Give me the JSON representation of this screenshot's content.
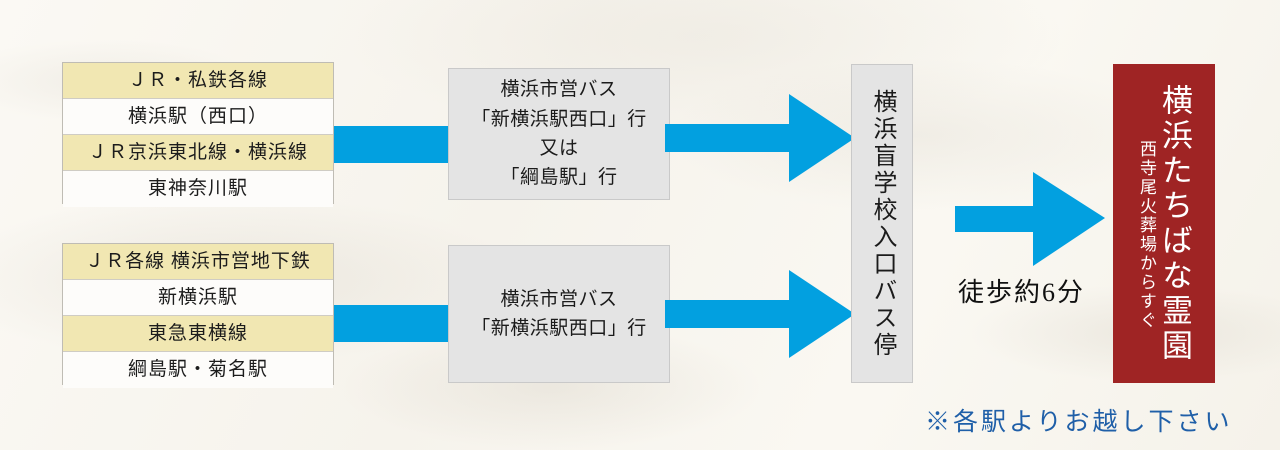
{
  "background": {
    "paper_color": "#faf8f3"
  },
  "colors": {
    "arrow_blue": "#02a0e0",
    "line_row_yellow": "#f1e7b2",
    "box_grey": "#e4e4e4",
    "destination_red": "#9f2424",
    "note_blue": "#1f5fa8"
  },
  "routes": [
    {
      "id": "route-upper",
      "station_table": {
        "rows": [
          {
            "type": "line",
            "label": "ＪＲ・私鉄各線"
          },
          {
            "type": "station",
            "label": "横浜駅（西口）"
          },
          {
            "type": "line",
            "label": "ＪＲ京浜東北線・横浜線"
          },
          {
            "type": "station",
            "label": "東神奈川駅"
          }
        ]
      },
      "bus_box": {
        "lines": [
          "横浜市営バス",
          "「新横浜駅西口」行",
          "又は",
          "「綱島駅」行"
        ]
      }
    },
    {
      "id": "route-lower",
      "station_table": {
        "rows": [
          {
            "type": "line",
            "label": "ＪＲ各線 横浜市営地下鉄"
          },
          {
            "type": "station",
            "label": "新横浜駅"
          },
          {
            "type": "line",
            "label": "東急東横線"
          },
          {
            "type": "station",
            "label": "綱島駅・菊名駅"
          }
        ]
      },
      "bus_box": {
        "lines": [
          "横浜市営バス",
          "「新横浜駅西口」行"
        ]
      }
    }
  ],
  "bus_stop": {
    "label": "横浜盲学校入口バス停"
  },
  "walk": {
    "label": "徒歩約6分"
  },
  "destination": {
    "main": "横浜たちばな霊園",
    "sub": "西寺尾火葬場からすぐ"
  },
  "footer_note": {
    "label": "※各駅よりお越し下さい"
  }
}
